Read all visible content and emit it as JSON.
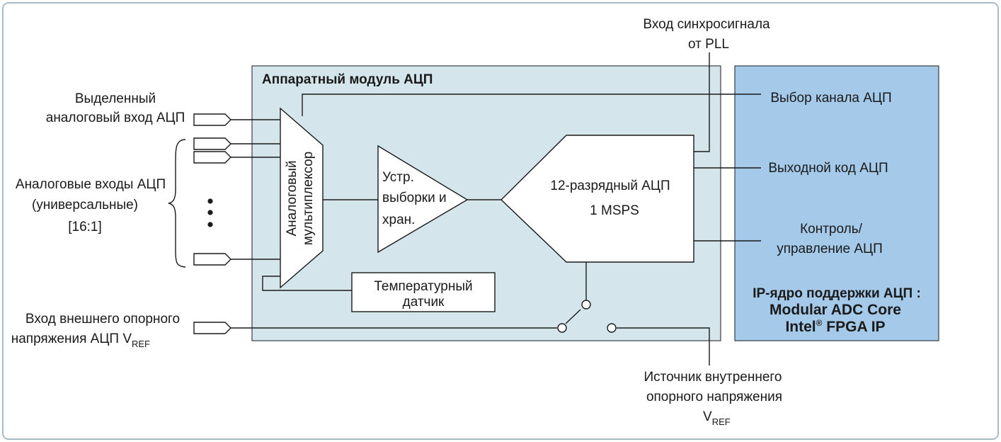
{
  "diagram": {
    "hard_ip": {
      "title": "Аппаратный модуль АЦП",
      "mux": {
        "line1": "Аналоговый",
        "line2": "мультиплексор"
      },
      "sample_hold": {
        "line1": "Устр.",
        "line2": "выборки  и",
        "line3": "хран."
      },
      "adc": {
        "line1": "12-разрядный  АЦП",
        "line2": "1 MSPS"
      },
      "temp_sensor": {
        "line1": "Температурный",
        "line2": "датчик"
      }
    },
    "soft_ip": {
      "title": "IP-ядро поддержки  АЦП :",
      "name1": "Modular ADC Core",
      "name2_pre": "Intel",
      "name2_reg": "®",
      "name2_post": " FPGA IP"
    },
    "inputs": {
      "dedicated": {
        "line1": "Выделенный",
        "line2": "аналоговый вход АЦП"
      },
      "general": {
        "line1": "Аналоговые входы АЦП",
        "line2": "(универсальные)",
        "line3": "[16:1]"
      },
      "vref_ext": {
        "line1": "Вход  внешнего  опорного",
        "line2": "напряжения  АЦП  V",
        "line2_sub": "REF"
      }
    },
    "clock": {
      "line1": "Вход синхросигнала",
      "line2": "от  PLL"
    },
    "outputs": {
      "channel_select": "Выбор канала АЦП",
      "output_code": "Выходной код АЦП",
      "control": {
        "line1": "Контроль/",
        "line2": "управление АЦП"
      }
    },
    "vref_int": {
      "line1": "Источник внутреннего",
      "line2": "опорного напряжения",
      "line3": "V",
      "line3_sub": "REF"
    },
    "colors": {
      "hard_ip_fill": "#d4e6ec",
      "soft_ip_fill": "#a4c9e9",
      "frame": "#a6bcc6"
    }
  }
}
